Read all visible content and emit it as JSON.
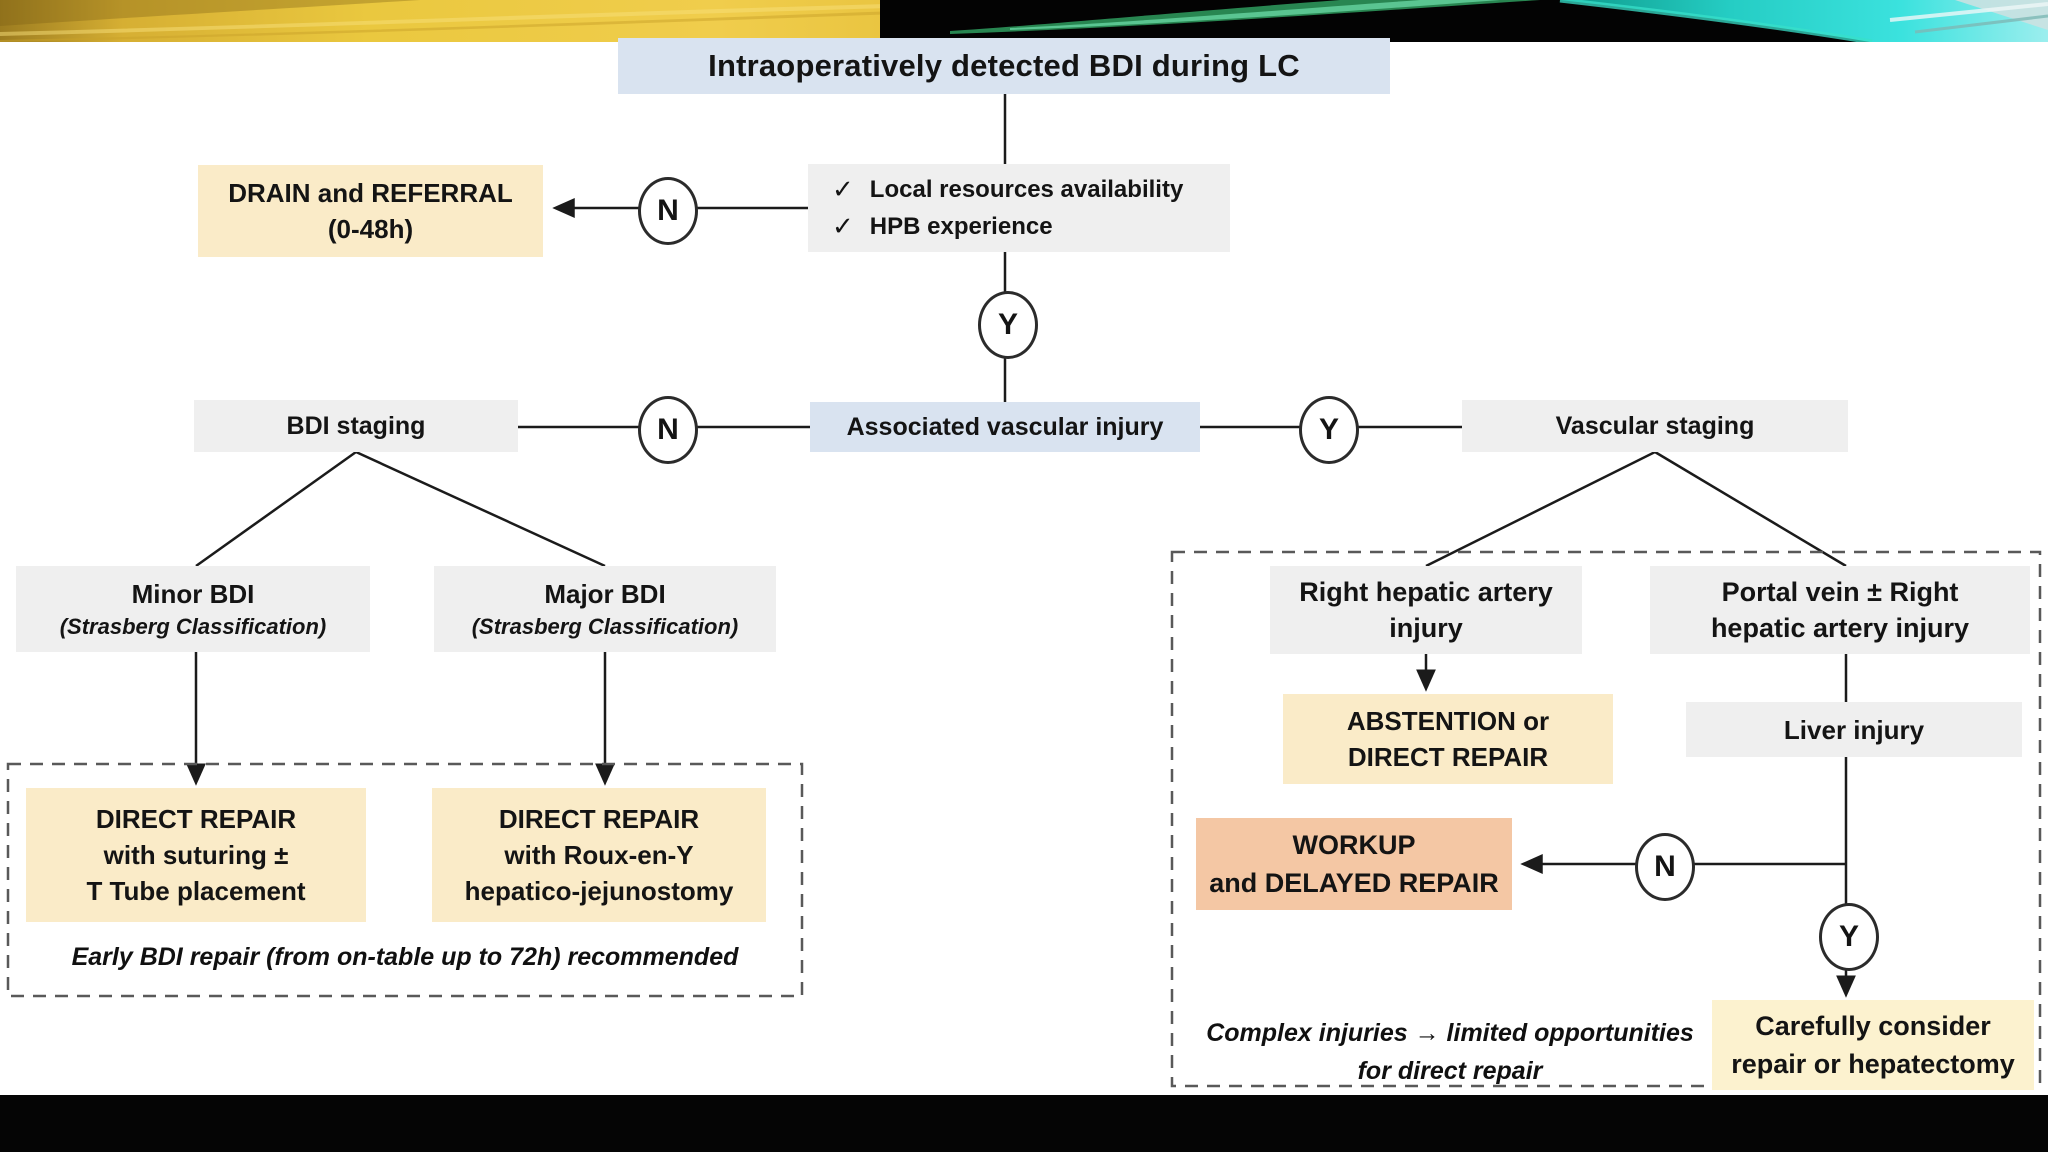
{
  "header": {
    "title": "Intraoperatively detected BDI during LC"
  },
  "decisions": {
    "yes": "Y",
    "no": "N"
  },
  "check_icon": "✓",
  "nodes": {
    "drain_referral": {
      "line1": "DRAIN and REFERRAL",
      "line2": "(0-48h)"
    },
    "resources_checklist": {
      "items": [
        "Local resources availability",
        "HPB experience"
      ]
    },
    "bdi_staging": {
      "label": "BDI staging"
    },
    "associated_vascular_injury": {
      "label": "Associated vascular injury"
    },
    "vascular_staging": {
      "label": "Vascular staging"
    },
    "minor_bdi": {
      "title": "Minor BDI",
      "subtitle": "(Strasberg Classification)"
    },
    "major_bdi": {
      "title": "Major BDI",
      "subtitle": "(Strasberg Classification)"
    },
    "direct_repair_suturing": {
      "line1": "DIRECT REPAIR",
      "line2": "with suturing ±",
      "line3": "T Tube placement"
    },
    "direct_repair_rouxeny": {
      "line1": "DIRECT REPAIR",
      "line2": "with Roux-en-Y",
      "line3": "hepatico-jejunostomy"
    },
    "early_repair_note": {
      "text": "Early BDI repair (from on-table up to 72h) recommended"
    },
    "right_hepatic_artery_injury": {
      "line1": "Right hepatic artery",
      "line2": "injury"
    },
    "portal_vein_injury": {
      "line1": "Portal vein ± Right",
      "line2": "hepatic artery injury"
    },
    "abstention_direct_repair": {
      "line1": "ABSTENTION or",
      "line2": "DIRECT REPAIR"
    },
    "liver_injury": {
      "label": "Liver injury"
    },
    "workup_delayed_repair": {
      "line1": "WORKUP",
      "line2": "and DELAYED REPAIR"
    },
    "carefully_consider": {
      "line1": "Carefully consider",
      "line2": "repair or hepatectomy"
    },
    "complex_note": {
      "line1": "Complex injuries → limited opportunities",
      "line2": "for direct repair"
    }
  },
  "colors": {
    "box_blue": "#D9E3F0",
    "box_gray": "#EFEFEF",
    "box_cream": "#FAEBC8",
    "box_pale_yellow": "#FCF2CF",
    "box_salmon": "#F4C7A4",
    "banner_gold": "#EAC83F",
    "banner_cyan": "#3BDDD8",
    "line": "#1B1B1B"
  }
}
